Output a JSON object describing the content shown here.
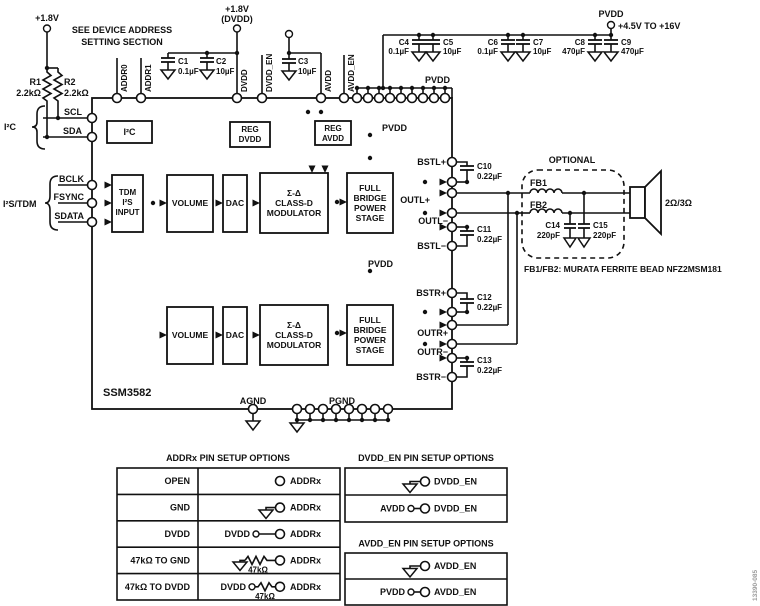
{
  "chip": {
    "name": "SSM3582"
  },
  "figure_number": "13390-085",
  "power": {
    "v18": "+1.8V",
    "v18_dvdd": [
      "+1.8V",
      "(DVDD)"
    ],
    "pvdd": "PVDD",
    "pvdd_range": "+4.5V TO +16V"
  },
  "annotations": {
    "device_address": [
      "SEE DEVICE ADDRESS",
      "SETTING SECTION"
    ],
    "optional": "OPTIONAL",
    "speaker_impedance": "2Ω/3Ω",
    "ferrite_note": "FB1/FB2: MURATA FERRITE BEAD NFZ2MSM181"
  },
  "interfaces": {
    "i2c": "I²C",
    "i2s_tdm": "I²S/TDM"
  },
  "resistors": {
    "r1": {
      "name": "R1",
      "value": "2.2kΩ"
    },
    "r2": {
      "name": "R2",
      "value": "2.2kΩ"
    }
  },
  "ferrites": {
    "fb1": "FB1",
    "fb2": "FB2"
  },
  "capacitors": {
    "c1": {
      "name": "C1",
      "value": "0.1µF"
    },
    "c2": {
      "name": "C2",
      "value": "10µF"
    },
    "c3": {
      "name": "C3",
      "value": "10µF"
    },
    "c4": {
      "name": "C4",
      "value": "0.1µF"
    },
    "c5": {
      "name": "C5",
      "value": "10µF"
    },
    "c6": {
      "name": "C6",
      "value": "0.1µF"
    },
    "c7": {
      "name": "C7",
      "value": "10µF"
    },
    "c8": {
      "name": "C8",
      "value": "470µF"
    },
    "c9": {
      "name": "C9",
      "value": "470µF"
    },
    "c10": {
      "name": "C10",
      "value": "0.22µF"
    },
    "c11": {
      "name": "C11",
      "value": "0.22µF"
    },
    "c12": {
      "name": "C12",
      "value": "0.22µF"
    },
    "c13": {
      "name": "C13",
      "value": "0.22µF"
    },
    "c14": {
      "name": "C14",
      "value": "220pF"
    },
    "c15": {
      "name": "C15",
      "value": "220pF"
    }
  },
  "pins": {
    "scl": "SCL",
    "sda": "SDA",
    "addr0": "ADDR0",
    "addr1": "ADDR1",
    "dvdd": "DVDD",
    "dvdd_en": "DVDD_EN",
    "avdd": "AVDD",
    "avdd_en": "AVDD_EN",
    "bclk": "BCLK",
    "fsync": "FSYNC",
    "sdata": "SDATA",
    "bstl_p": "BSTL+",
    "outl_p": "OUTL+",
    "outl_m": "OUTL−",
    "bstl_m": "BSTL−",
    "bstr_p": "BSTR+",
    "outr_p": "OUTR+",
    "outr_m": "OUTR−",
    "bstr_m": "BSTR−",
    "agnd": "AGND",
    "pgnd": "PGND"
  },
  "blocks": {
    "i2c": "I²C",
    "reg_dvdd": [
      "REG",
      "DVDD"
    ],
    "reg_avdd": [
      "REG",
      "AVDD"
    ],
    "tdm_input": [
      "TDM",
      "I²S",
      "INPUT"
    ],
    "volume": "VOLUME",
    "dac": "DAC",
    "modulator": [
      "Σ-Δ",
      "CLASS-D",
      "MODULATOR"
    ],
    "power_stage": [
      "FULL",
      "BRIDGE",
      "POWER",
      "STAGE"
    ]
  },
  "tables": {
    "addrx": {
      "title": "ADDRx PIN SETUP OPTIONS",
      "rows": [
        {
          "label": "OPEN",
          "pin": "ADDRx"
        },
        {
          "label": "GND",
          "pin": "ADDRx"
        },
        {
          "label": "DVDD",
          "source": "DVDD",
          "pin": "ADDRx"
        },
        {
          "label": "47kΩ TO GND",
          "resistor": "47kΩ",
          "pin": "ADDRx"
        },
        {
          "label": "47kΩ TO DVDD",
          "source": "DVDD",
          "resistor": "47kΩ",
          "pin": "ADDRx"
        }
      ]
    },
    "dvdd_en": {
      "title": "DVDD_EN PIN SETUP OPTIONS",
      "rows": [
        {
          "pin": "DVDD_EN"
        },
        {
          "source": "AVDD",
          "pin": "DVDD_EN"
        }
      ]
    },
    "avdd_en": {
      "title": "AVDD_EN PIN SETUP OPTIONS",
      "rows": [
        {
          "pin": "AVDD_EN"
        },
        {
          "source": "PVDD",
          "pin": "AVDD_EN"
        }
      ]
    }
  }
}
